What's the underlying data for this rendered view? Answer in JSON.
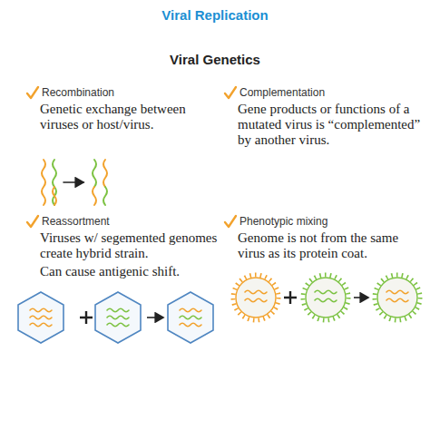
{
  "diagram": {
    "title": "Viral Replication",
    "labels": [
      "Viral Genetics",
      "Recombination",
      "Genetic exchange between viruses or host/virus.",
      "Complementation",
      "Gene products or functions of a mutated virus is “complemented” by another virus.",
      "Reassortment",
      "Viruses w/ segemented genomes create hybrid strain.",
      "Can cause antigenic shift.",
      "Phenotypic mixing",
      "Genome is not from the same virus as its protein coat."
    ]
  }
}
